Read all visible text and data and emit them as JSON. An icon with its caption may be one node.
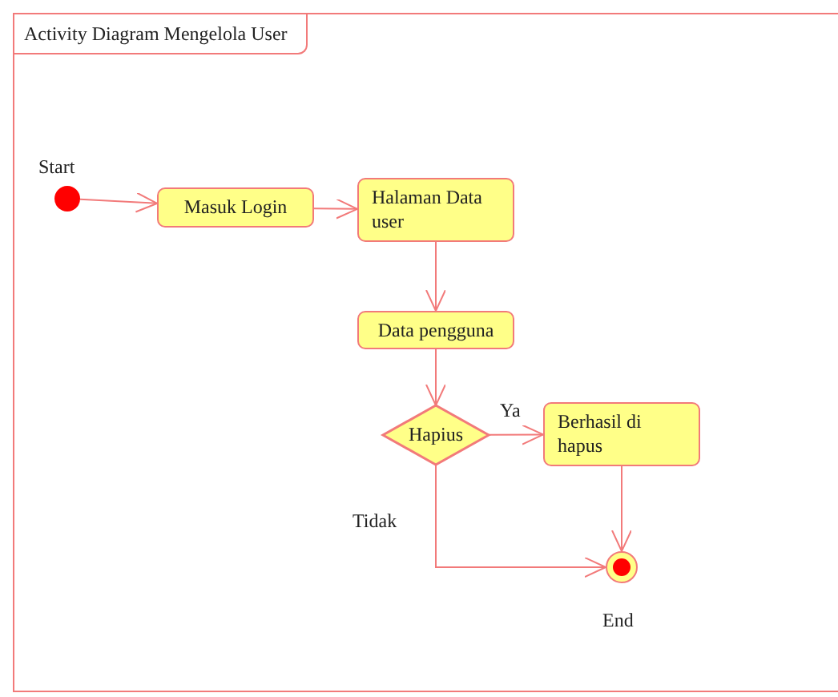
{
  "diagram": {
    "nodes": [
      {
        "text": [
          "Activity Diagram Mengelola User"
        ]
      },
      {
        "text": [],
        "shape": "circle",
        "beside": [
          "Start"
        ],
        "in": 0
      },
      {
        "text": [
          "Masuk Login"
        ],
        "in": 0
      },
      {
        "text": [
          "Halaman Data user"
        ],
        "in": 0
      },
      {
        "text": [
          "Data pengguna"
        ],
        "in": 0
      },
      {
        "text": [
          "Hapius"
        ],
        "in": 0
      },
      {
        "text": [
          "Berhasil di hapus"
        ],
        "in": 0
      },
      {
        "text": [],
        "shape": "circle",
        "beside": [
          "End"
        ],
        "in": 0
      }
    ],
    "edges": [
      {
        "from": 1,
        "to": 2,
        "arrow": "to"
      },
      {
        "from": 2,
        "to": 3,
        "arrow": "to"
      },
      {
        "from": 3,
        "to": 4,
        "arrow": "to"
      },
      {
        "from": 4,
        "to": 5,
        "arrow": "to"
      },
      {
        "from": 5,
        "to": 6,
        "arrow": "to",
        "label": "Ya"
      },
      {
        "from": 5,
        "to": 7,
        "arrow": "to",
        "label": "Tidak"
      },
      {
        "from": 6,
        "to": 7,
        "arrow": "to"
      }
    ]
  }
}
